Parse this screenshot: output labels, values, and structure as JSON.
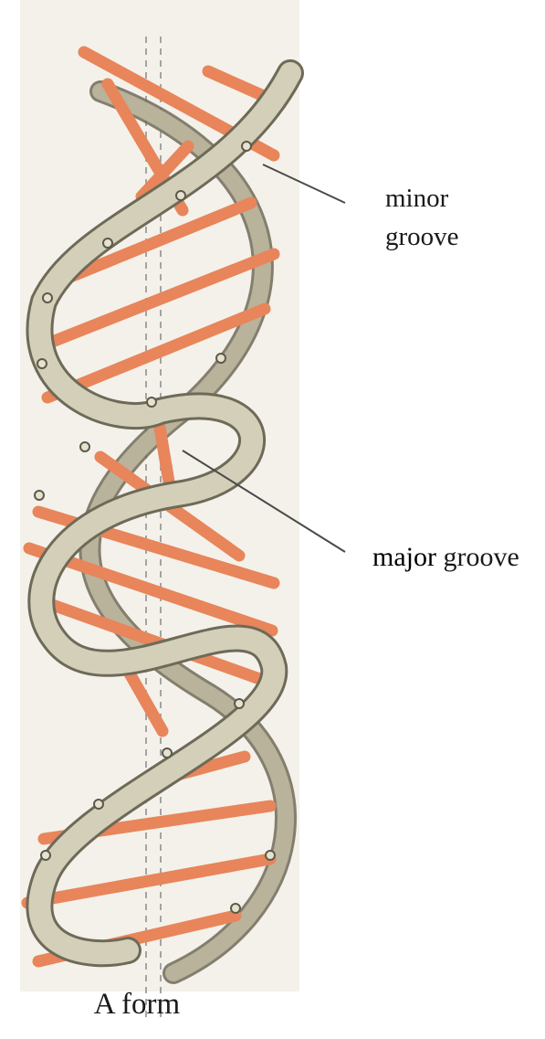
{
  "labels": {
    "minor_groove_line1": "minor",
    "minor_groove_line2": "groove",
    "major_groove_word1": "major",
    "major_groove_word2": "groove",
    "caption": "A form"
  },
  "colors": {
    "panel_background": "#f3f1ea",
    "base_pair": "#e8855a",
    "backbone_ribbon": "#c9c4ad",
    "backbone_outline": "#6e6a58",
    "axis_line": "#8a8a8a",
    "leader_line": "#4a4a4a"
  },
  "icons": {
    "helix": "dna-double-helix",
    "atom_marker": "phosphate-circle"
  }
}
